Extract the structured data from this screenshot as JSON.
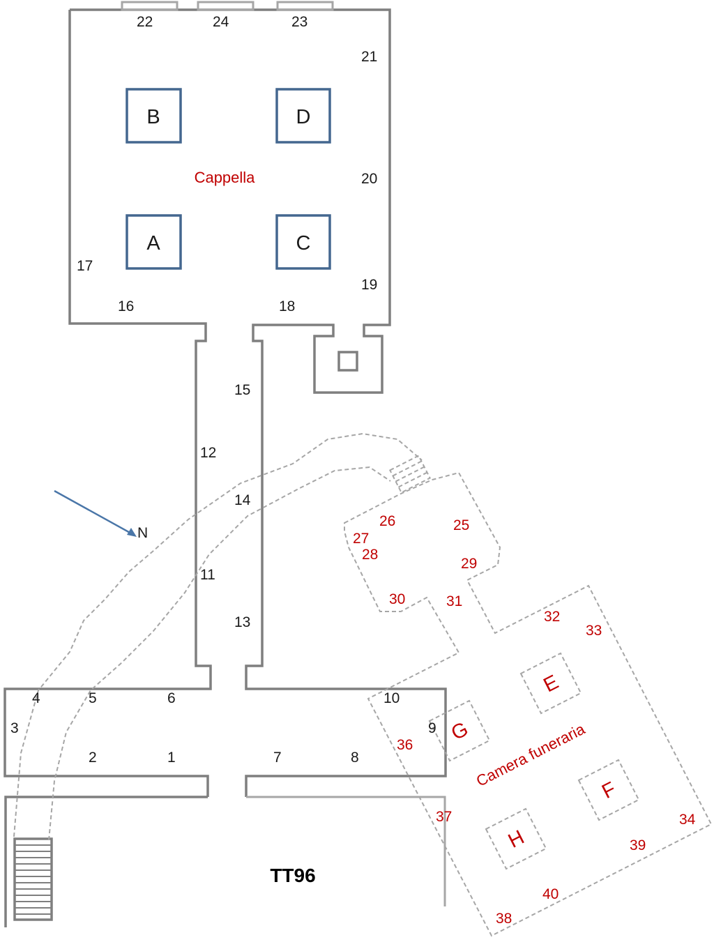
{
  "title": "TT96",
  "rooms": {
    "chapel": "Cappella",
    "burial_chamber": "Camera funeraria"
  },
  "north_label": "N",
  "pillars": {
    "chapel": [
      "B",
      "D",
      "A",
      "C"
    ],
    "burial": [
      "E",
      "G",
      "F",
      "H"
    ]
  },
  "points_black": [
    "22",
    "24",
    "23",
    "21",
    "20",
    "17",
    "19",
    "16",
    "18",
    "15",
    "12",
    "14",
    "11",
    "13",
    "4",
    "5",
    "6",
    "10",
    "3",
    "9",
    "2",
    "1",
    "7",
    "8"
  ],
  "points_red": [
    "26",
    "25",
    "27",
    "28",
    "29",
    "30",
    "31",
    "32",
    "33",
    "36",
    "37",
    "34",
    "39",
    "40",
    "38"
  ],
  "colors": {
    "wall": "#7f7f7f",
    "pillar_outline": "#44678f",
    "red_label": "#c00000",
    "arrow": "#4a76a8"
  }
}
